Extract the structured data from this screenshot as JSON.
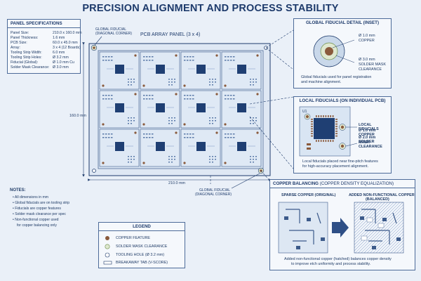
{
  "title": "PRECISION ALIGNMENT AND PROCESS STABILITY",
  "specs": {
    "heading": "PANEL SPECIFICATIONS",
    "rows": [
      {
        "label": "Panel Size:",
        "value": "210.0 x 160.0 mm"
      },
      {
        "label": "Panel Thickness:",
        "value": "1.6 mm"
      },
      {
        "label": "PCB Size:",
        "value": "60.0 x 45.0 mm"
      },
      {
        "label": "Array:",
        "value": "3 x 4 (12 Boards)"
      },
      {
        "label": "Tooling Strip Width:",
        "value": "6.0 mm"
      },
      {
        "label": "Tooling Strip Holes:",
        "value": "Ø 3.2 mm"
      },
      {
        "label": "Fiducial (Global):",
        "value": "Ø 1.0 mm Cu"
      },
      {
        "label": "Solder Mask Clearance:",
        "value": "Ø 3.0 mm"
      }
    ]
  },
  "panel": {
    "title": "PCB ARRAY PANEL (3 x 4)",
    "width_label": "210.0 mm",
    "height_label": "160.0 mm",
    "fid_top_label_1": "GLOBAL FIDUCIAL",
    "fid_top_label_2": "(DIAGONAL CORNER)",
    "fid_bottom_label_1": "GLOBAL FIDUCIAL",
    "fid_bottom_label_2": "(DIAGONAL CORNER)"
  },
  "global_detail": {
    "heading": "GLOBAL FIDUCIAL DETAIL (INSET)",
    "copper_1": "Ø 1.0 mm",
    "copper_2": "COPPER",
    "mask_1": "Ø 3.0 mm",
    "mask_2": "SOLDER MASK",
    "mask_3": "CLEARANCE",
    "caption_1": "Global fiducials used for panel registration",
    "caption_2": "and machine alignment."
  },
  "local_detail": {
    "heading": "LOCAL FIDUCIALS (ON INDIVIDUAL PCB)",
    "part_ref": "U1",
    "label_1": "LOCAL FIDUCIALS",
    "label_2": "Ø 1.0 mm COPPER",
    "label_3": "Ø 2.0 mm SOLDER",
    "label_4": "MASK CLEARANCE",
    "caption_1": "Local fiducials placed near fine-pitch features",
    "caption_2": "for high-accuracy placement alignment."
  },
  "copper": {
    "heading_bold": "COPPER BALANCING",
    "heading_rest": "(COPPER DENSITY EQUALIZATION)",
    "left_title": "SPARSE COPPER (ORIGINAL)",
    "right_title_1": "ADDED NON-FUNCTIONAL COPPER",
    "right_title_2": "(BALANCED)",
    "caption_1": "Added non-functional copper (hatched) balances copper density",
    "caption_2": "to improve etch uniformity and process stability."
  },
  "notes": {
    "heading": "NOTES:",
    "items": [
      "All dimensions in mm",
      "Global fiducials are on tooling strip",
      "Fiducials are copper features",
      "Solder mask clearance per spec",
      "Non-functional copper used",
      "for copper balancing only"
    ]
  },
  "legend": {
    "heading": "LEGEND",
    "items": [
      "COPPER FEATURE",
      "SOLDER MASK CLEARANCE",
      "TOOLING HOLE (Ø 3.2 mm)",
      "BREAKAWAY TAB (V-SCORE)"
    ]
  },
  "colors": {
    "ink": "#1d3a6b",
    "board": "#d9e5f3",
    "copper": "#8a5a3c",
    "mask": "#dfe8d0",
    "arrow": "#2e4f86"
  }
}
